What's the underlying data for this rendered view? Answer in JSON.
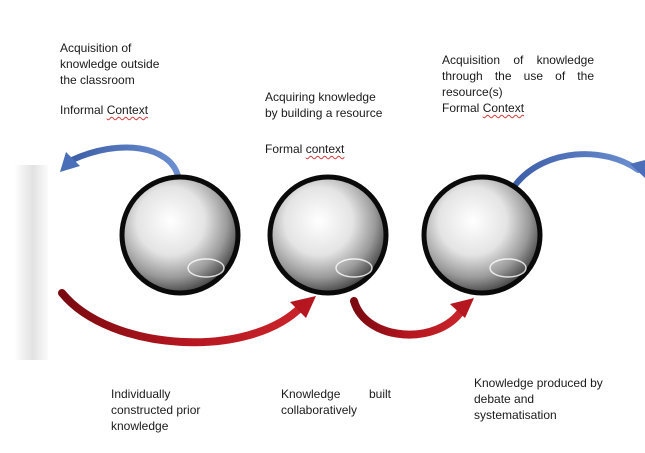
{
  "labels": {
    "top_left": {
      "line1": "Acquisition of",
      "line2": "knowledge outside",
      "line3": "the classroom",
      "context_word": "Informal",
      "context_squiggle": "Context"
    },
    "top_middle": {
      "line1": "Acquiring knowledge",
      "line2": "by building a resource",
      "context_word": "Formal",
      "context_squiggle": "context"
    },
    "top_right": {
      "line1": "Acquisition of knowledge",
      "line2": "through the use of the",
      "line3": "resource(s)",
      "context_word": "Formal",
      "context_squiggle": "Context"
    },
    "bottom_left": {
      "line1": "Individually",
      "line2": "constructed prior",
      "line3": "knowledge"
    },
    "bottom_middle": {
      "line1": "Knowledge built",
      "line2": "collaboratively"
    },
    "bottom_right": {
      "line1": "Knowledge produced by",
      "line2": "debate and",
      "line3": "systematisation"
    }
  },
  "colors": {
    "blue_arrow": "#4a6fb8",
    "red_arrow": "#a8141c",
    "sphere_outline": "#0a0a0a",
    "squiggle": "#d23a3a"
  },
  "nodes": [
    {
      "name": "sphere-individual"
    },
    {
      "name": "sphere-collaborative"
    },
    {
      "name": "sphere-debate"
    }
  ]
}
